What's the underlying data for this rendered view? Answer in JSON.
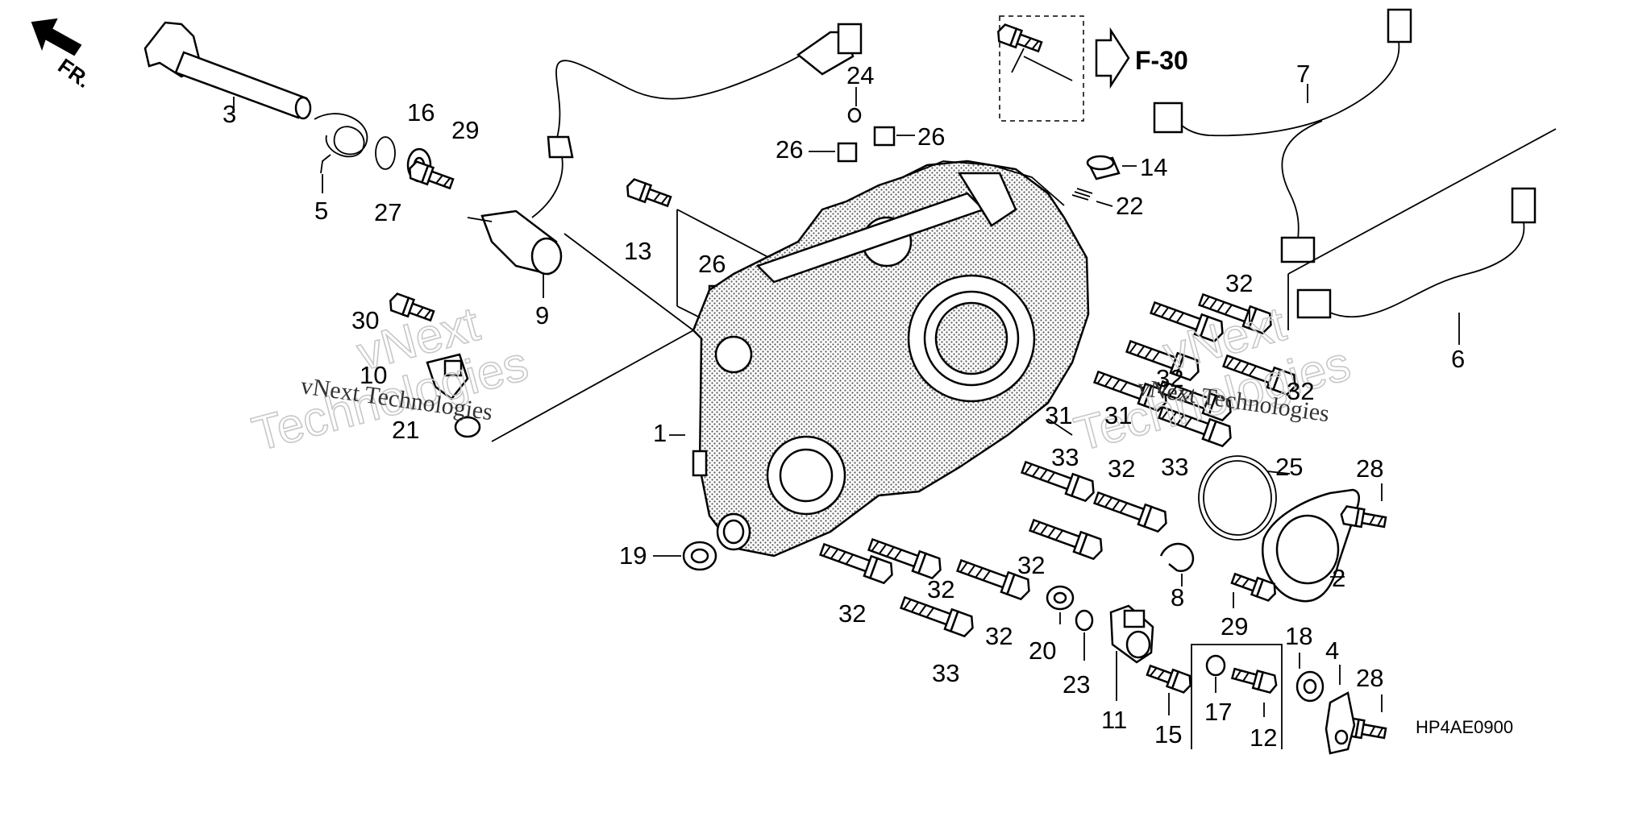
{
  "direction": {
    "label": "FR."
  },
  "reference": {
    "label": "F-30"
  },
  "diagram_code": "HP4AE0900",
  "watermark": {
    "line1": "vNext",
    "line2": "Technologies",
    "caption": "vNext Technologies"
  },
  "part_labels": {
    "p1": "1",
    "p2": "2",
    "p3": "3",
    "p4": "4",
    "p5": "5",
    "p6": "6",
    "p7": "7",
    "p8": "8",
    "p9": "9",
    "p10": "10",
    "p11": "11",
    "p12": "12",
    "p13": "13",
    "p14": "14",
    "p15": "15",
    "p16": "16",
    "p17": "17",
    "p18": "18",
    "p19": "19",
    "p20": "20",
    "p21": "21",
    "p22": "22",
    "p23": "23",
    "p24": "24",
    "p25": "25",
    "p26": "26",
    "p27": "27",
    "p28": "28",
    "p29": "29",
    "p30": "30",
    "p31": "31",
    "p32": "32",
    "p33": "33"
  }
}
